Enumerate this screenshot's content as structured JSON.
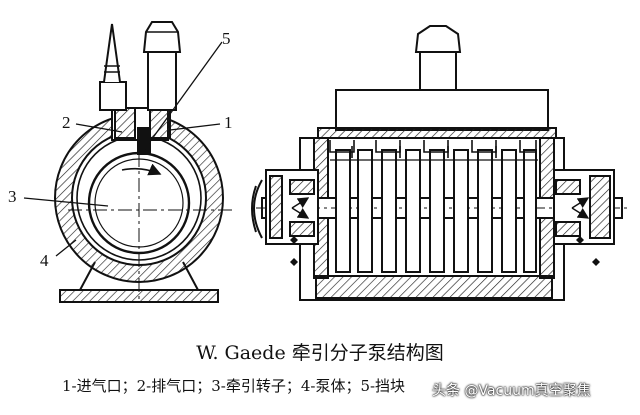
{
  "callouts": {
    "c1": "1",
    "c2": "2",
    "c3": "3",
    "c4": "4",
    "c5": "5"
  },
  "caption": {
    "title": "W. Gaede 牵引分子泵结构图",
    "legend": "1-进气口；2-排气口；3-牵引转子；4-泵体；5-挡块"
  },
  "watermark": {
    "text": "头条 @Vacuum真空聚焦"
  },
  "colors": {
    "ink": "#111111",
    "paper": "#ffffff",
    "hatch": "#222222"
  }
}
